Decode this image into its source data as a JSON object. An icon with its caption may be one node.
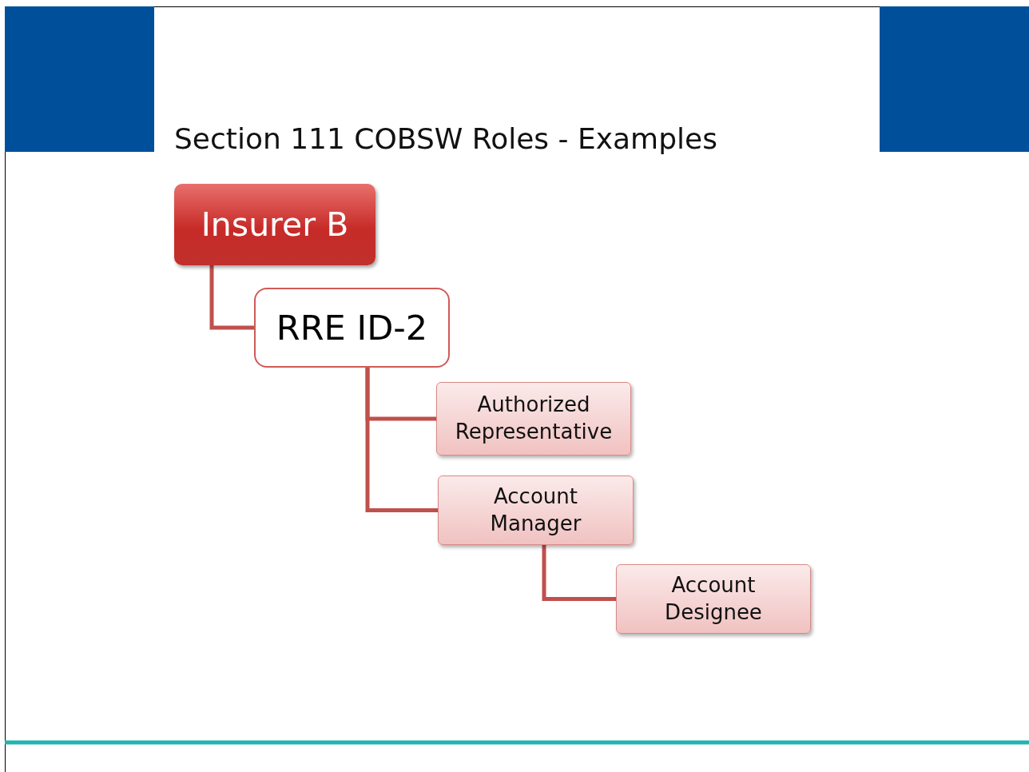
{
  "diagram": {
    "title": "Section 111 COBSW Roles - Examples",
    "nodes": [
      {
        "text": [
          "Insurer B"
        ]
      },
      {
        "text": [
          "RRE ID-2"
        ]
      },
      {
        "text": [
          "Authorized Representative"
        ]
      },
      {
        "text": [
          "Account Manager"
        ]
      },
      {
        "text": [
          "Account Designee"
        ]
      }
    ],
    "edges": [
      {
        "from": 0,
        "to": 1,
        "arrow": "none"
      },
      {
        "from": 1,
        "to": 2,
        "arrow": "none"
      },
      {
        "from": 1,
        "to": 3,
        "arrow": "none"
      },
      {
        "from": 3,
        "to": 4,
        "arrow": "none"
      }
    ]
  }
}
